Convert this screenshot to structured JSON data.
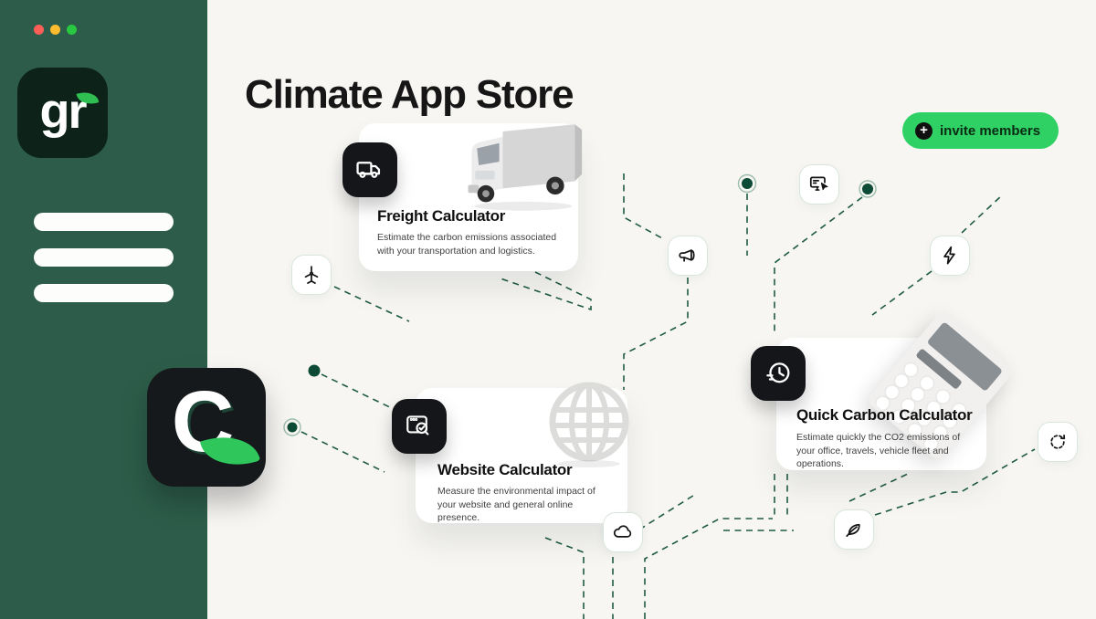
{
  "window": {
    "traffic_lights": [
      "red",
      "yellow",
      "green"
    ]
  },
  "sidebar": {
    "logo_text": "gr",
    "nav_placeholder_bars": 3
  },
  "brand_tile": {
    "letter": "C"
  },
  "header": {
    "title": "Climate App Store"
  },
  "invite_button": {
    "label": "invite members",
    "icon": "plus-circle"
  },
  "cards": [
    {
      "id": "freight",
      "title": "Freight Calculator",
      "description": "Estimate the carbon emissions associated with your transportation and logistics.",
      "icon": "truck-icon",
      "artwork": "delivery-truck-3d"
    },
    {
      "id": "website",
      "title": "Website Calculator",
      "description": "Measure the environmental impact of your website and general online presence.",
      "icon": "browser-check-icon",
      "artwork": "globe-3d"
    },
    {
      "id": "quick",
      "title": "Quick Carbon Calculator",
      "description": "Estimate quickly the CO2 emissions of your office,  travels, vehicle fleet and operations.",
      "icon": "quick-clock-icon",
      "artwork": "calculator-3d"
    }
  ],
  "node_icons": [
    "wind-turbine",
    "megaphone",
    "monitor-click",
    "lightning",
    "cloud",
    "leaf",
    "refresh"
  ],
  "colors": {
    "sidebar_green": "#2d5d4a",
    "logo_tile_dark": "#0d2219",
    "accent_green": "#2fd164",
    "leaf_green": "#2fbe52",
    "dash_line_green": "#1f5a43",
    "node_dot_green": "#0d4b36",
    "traffic_red": "#ff5f57",
    "traffic_yellow": "#febc2e",
    "traffic_green": "#28c840"
  }
}
